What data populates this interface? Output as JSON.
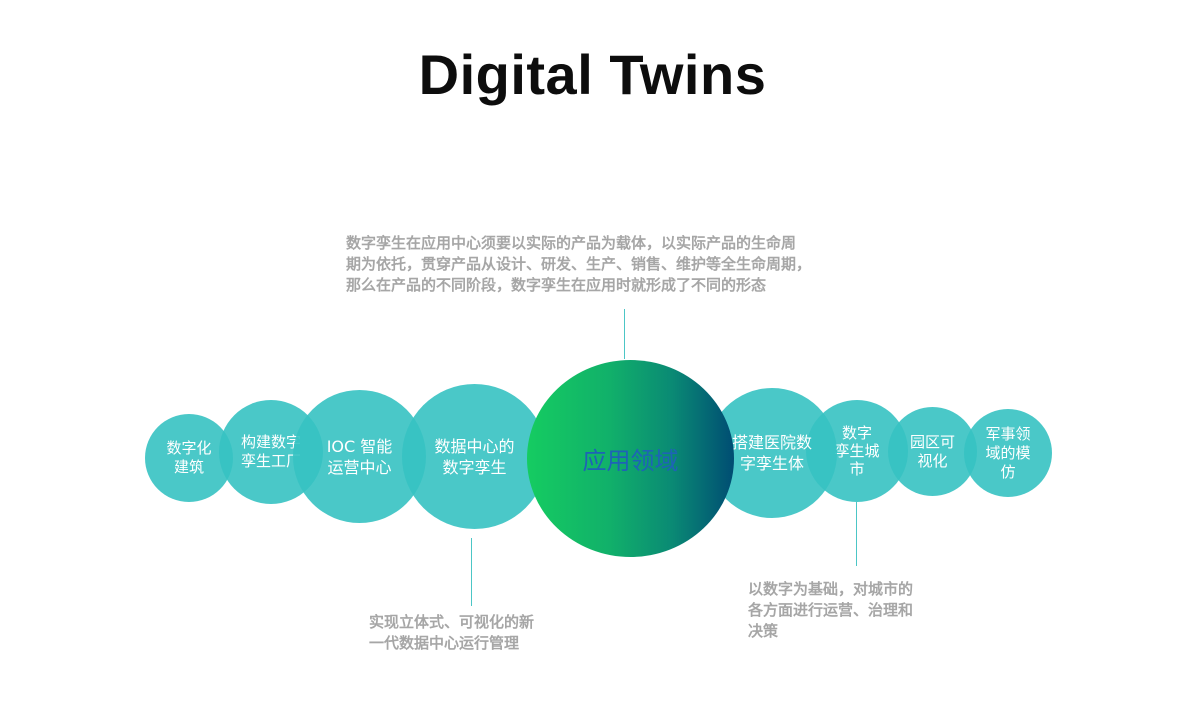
{
  "title": "Digital Twins",
  "center": {
    "label": "应用领域",
    "gradient": [
      "#15cc61",
      "#004d73"
    ],
    "text_color": "#1e63b6"
  },
  "notes": {
    "top": "数字孪生在应用中心须要以实际的产品为载体，以实际产品的生命周\n期为依托，贯穿产品从设计、研发、生产、销售、维护等全生命周期，\n那么在产品的不同阶段，数字孪生在应用时就形成了不同的形态",
    "bottom_left": "实现立体式、可视化的新\n一代数据中心运行管理",
    "bottom_right": "以数字为基础，对城市的\n各方面进行运营、治理和\n决策"
  },
  "bubbles": [
    {
      "label": "数字化\n建筑"
    },
    {
      "label": "构建数字\n孪生工厂"
    },
    {
      "label": "IOC 智能\n运营中心"
    },
    {
      "label": "数据中心的\n数字孪生"
    },
    {
      "label": "搭建医院数\n字孪生体"
    },
    {
      "label": "数字\n孪生城\n市"
    },
    {
      "label": "园区可\n视化"
    },
    {
      "label": "军事领\n域的模\n仿"
    }
  ],
  "colors": {
    "bubble": "#36c2c2",
    "note_text": "#a6a6a6",
    "connector": "#4cc6c6"
  }
}
